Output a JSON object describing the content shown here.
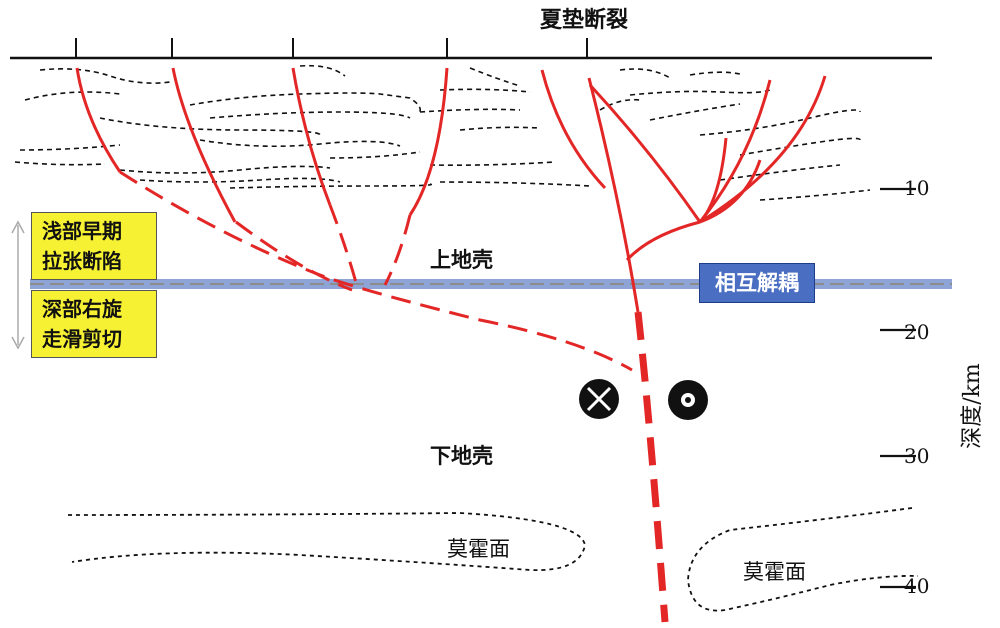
{
  "diagram": {
    "fault_name": "夏垫断裂",
    "upper_crust": "上地壳",
    "lower_crust": "下地壳",
    "moho_left": "莫霍面",
    "moho_right": "莫霍面",
    "decoupling": "相互解耦",
    "shallow_box": {
      "line1": "浅部早期",
      "line2": "拉张断陷"
    },
    "deep_box": {
      "line1": "深部右旋",
      "line2": "走滑剪切"
    },
    "depth_axis": {
      "title": "深度/km",
      "ticks": [
        "10",
        "20",
        "30",
        "40"
      ]
    },
    "colors": {
      "fault": "#e32626",
      "decoupling_band": "#8ea4d6",
      "yellow_box": "#f6f233",
      "blue_box": "#4a6fc2"
    }
  }
}
